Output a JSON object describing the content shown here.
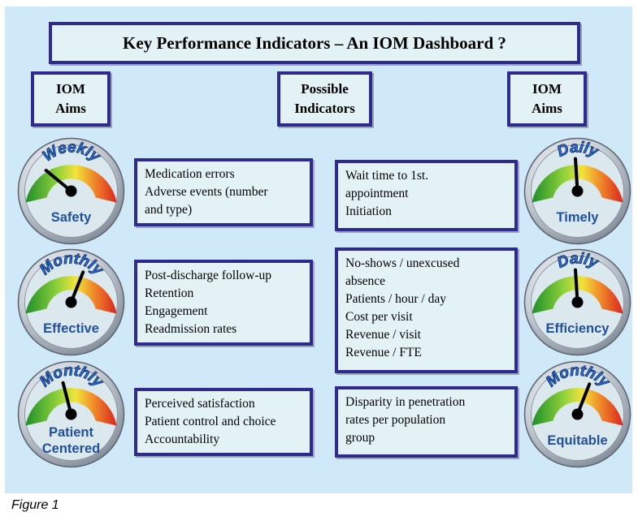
{
  "title": "Key Performance Indicators – An IOM Dashboard ?",
  "headers": {
    "left": "IOM\nAims",
    "middle": "Possible\nIndicators",
    "right": "IOM\nAims"
  },
  "indicators_left": [
    {
      "lines": [
        "Medication errors",
        "Adverse events (number",
        "and type)"
      ]
    },
    {
      "lines": [
        "Post-discharge follow-up",
        "Retention",
        "Engagement",
        "Readmission rates"
      ]
    },
    {
      "lines": [
        "Perceived satisfaction",
        "Patient control and choice",
        "Accountability"
      ]
    }
  ],
  "indicators_right": [
    {
      "lines": [
        "Wait time to 1st.",
        "appointment",
        "Initiation"
      ]
    },
    {
      "lines": [
        "No-shows / unexcused",
        "absence",
        "Patients / hour / day",
        "Cost per visit",
        "Revenue / visit",
        "Revenue / FTE"
      ]
    },
    {
      "lines": [
        "Disparity in penetration",
        "rates per population",
        "group"
      ]
    }
  ],
  "gauges_left": [
    {
      "frequency": "Weekly",
      "label": "Safety",
      "needle_level": 0.22
    },
    {
      "frequency": "Monthly",
      "label": "Effective",
      "needle_level": 0.62
    },
    {
      "frequency": "Monthly",
      "label": "Patient\nCentered",
      "needle_level": 0.42
    }
  ],
  "gauges_right": [
    {
      "frequency": "Daily",
      "label": "Timely",
      "needle_level": 0.48
    },
    {
      "frequency": "Daily",
      "label": "Efficiency",
      "needle_level": 0.48
    },
    {
      "frequency": "Monthly",
      "label": "Equitable",
      "needle_level": 0.62
    }
  ],
  "caption": "Figure 1",
  "colors": {
    "border": "#2e2a8f",
    "panel": "#cfe9f8",
    "box": "#e3f2f5",
    "gauge_label": "#1f4fa3",
    "frequency_text": "#2f6fd6"
  }
}
